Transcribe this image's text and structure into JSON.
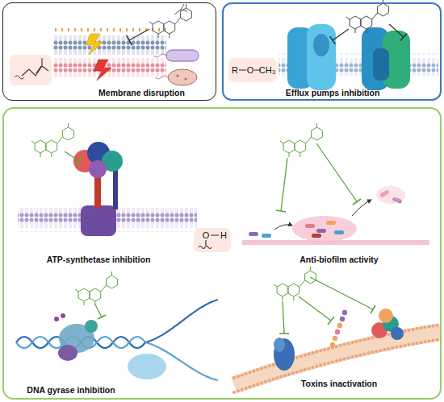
{
  "diagram": {
    "nodes": [
      {
        "text": [
          "Membrane disruption"
        ]
      },
      {
        "text": [
          "Efflux pumps inhibition"
        ]
      },
      {
        "text": [
          "ATP-synthetase inhibition",
          "Anti-biofilm activity",
          "DNA gyrase inhibition",
          "Toxins inactivation"
        ]
      },
      {
        "text": [
          "R",
          "O",
          "CH₃"
        ],
        "in": 1
      },
      {
        "text": [
          "O",
          "H"
        ],
        "in": 2
      }
    ]
  }
}
